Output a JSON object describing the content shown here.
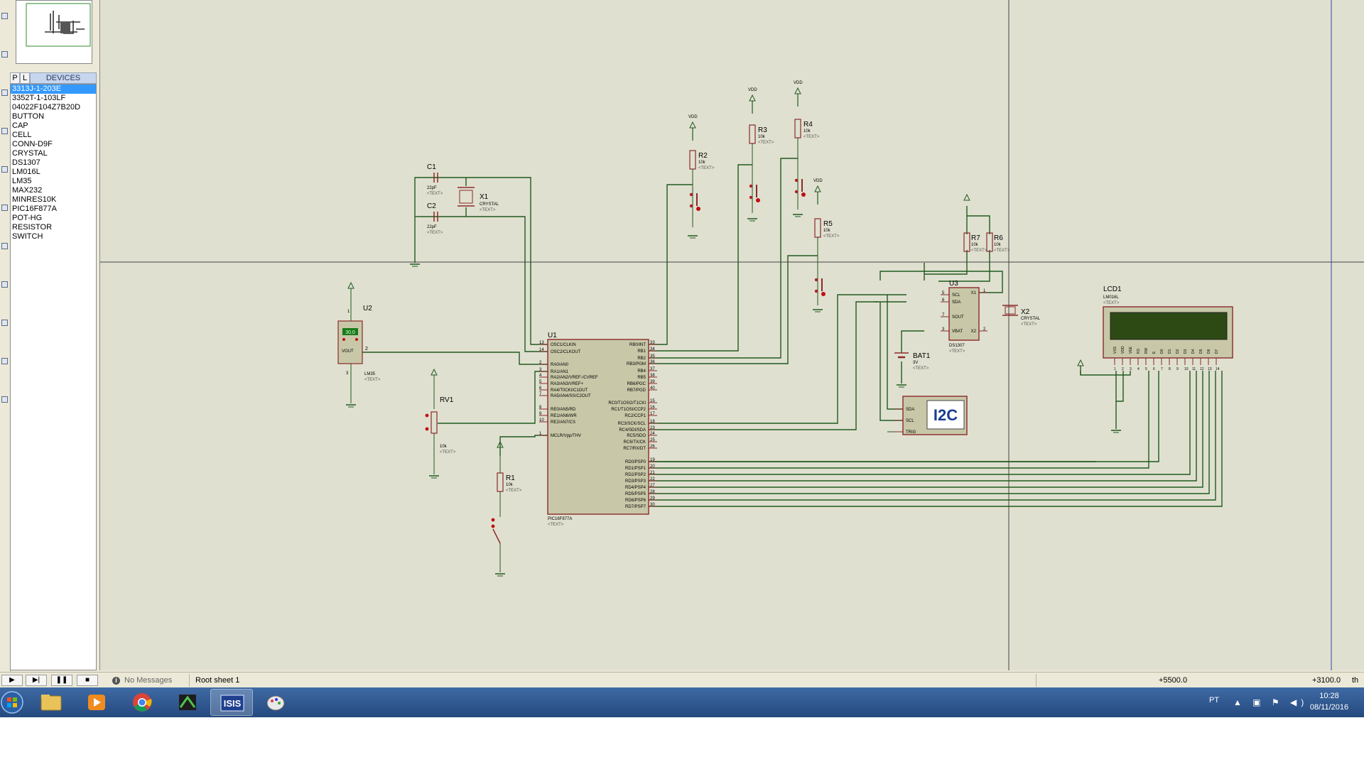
{
  "devices": {
    "tab_p": "P",
    "tab_l": "L",
    "header": "DEVICES",
    "items": [
      "3313J-1-203E",
      "3352T-1-103LF",
      "04022F104Z7B20D",
      "BUTTON",
      "CAP",
      "CELL",
      "CONN-D9F",
      "CRYSTAL",
      "DS1307",
      "LM016L",
      "LM35",
      "MAX232",
      "MINRES10K",
      "PIC16F877A",
      "POT-HG",
      "RESISTOR",
      "SWITCH"
    ],
    "selected_index": 0
  },
  "schematic": {
    "u1": {
      "ref": "U1",
      "part": "PIC16F877A",
      "text": "<TEXT>",
      "left_pins": [
        [
          "13",
          "OSC1/CLKIN"
        ],
        [
          "14",
          "OSC2/CLKOUT"
        ],
        [
          "2",
          "RA0/AN0"
        ],
        [
          "3",
          "RA1/AN1"
        ],
        [
          "4",
          "RA2/AN2/VREF-/CVREF"
        ],
        [
          "5",
          "RA3/AN3/VREF+"
        ],
        [
          "6",
          "RA4/T0CKI/C1OUT"
        ],
        [
          "7",
          "RA5/AN4/SS/C2OUT"
        ],
        [
          "8",
          "RE0/AN5/RD"
        ],
        [
          "9",
          "RE1/AN6/WR"
        ],
        [
          "10",
          "RE2/AN7/CS"
        ],
        [
          "1",
          "MCLR/Vpp/THV"
        ]
      ],
      "right_pins": [
        [
          "33",
          "RB0/INT"
        ],
        [
          "34",
          "RB1"
        ],
        [
          "35",
          "RB2"
        ],
        [
          "36",
          "RB3/PGM"
        ],
        [
          "37",
          "RB4"
        ],
        [
          "38",
          "RB5"
        ],
        [
          "39",
          "RB6/PGC"
        ],
        [
          "40",
          "RB7/PGD"
        ],
        [
          "15",
          "RC0/T1OSO/T1CKI"
        ],
        [
          "16",
          "RC1/T1OSI/CCP2"
        ],
        [
          "17",
          "RC2/CCP1"
        ],
        [
          "18",
          "RC3/SCK/SCL"
        ],
        [
          "23",
          "RC4/SDI/SDA"
        ],
        [
          "24",
          "RC5/SDO"
        ],
        [
          "25",
          "RC6/TX/CK"
        ],
        [
          "26",
          "RC7/RX/DT"
        ],
        [
          "19",
          "RD0/PSP0"
        ],
        [
          "20",
          "RD1/PSP1"
        ],
        [
          "21",
          "RD2/PSP2"
        ],
        [
          "22",
          "RD3/PSP3"
        ],
        [
          "27",
          "RD4/PSP4"
        ],
        [
          "28",
          "RD5/PSP5"
        ],
        [
          "29",
          "RD6/PSP6"
        ],
        [
          "30",
          "RD7/PSP7"
        ]
      ]
    },
    "u2": {
      "ref": "U2",
      "part": "LM35",
      "text": "<TEXT>",
      "display": "30.0",
      "pin_vout": "VOUT",
      "pins": [
        "1",
        "2",
        "3"
      ]
    },
    "u3": {
      "ref": "U3",
      "part": "DS1307",
      "text": "<TEXT>",
      "pins": [
        [
          "5",
          "SCL"
        ],
        [
          "6",
          "SDA"
        ],
        [
          "7",
          "SOUT"
        ],
        [
          "3",
          "VBAT"
        ],
        [
          "1",
          "X1"
        ],
        [
          "2",
          "X2"
        ]
      ]
    },
    "lcd": {
      "ref": "LCD1",
      "part": "LM016L",
      "text": "<TEXT>",
      "pins": [
        "VSS",
        "VDD",
        "VEE",
        "RS",
        "RW",
        "E",
        "D0",
        "D1",
        "D2",
        "D3",
        "D4",
        "D5",
        "D6",
        "D7"
      ],
      "pin_numbers": [
        "1",
        "2",
        "3",
        "4",
        "5",
        "6",
        "7",
        "8",
        "9",
        "10",
        "11",
        "12",
        "13",
        "14"
      ]
    },
    "i2c": {
      "label": "I2C",
      "pins": [
        "SDA",
        "SCL",
        "TRIG"
      ]
    },
    "resistors": [
      {
        "ref": "R1",
        "value": "10k"
      },
      {
        "ref": "R2",
        "value": "10k"
      },
      {
        "ref": "R3",
        "value": "10k"
      },
      {
        "ref": "R4",
        "value": "10k"
      },
      {
        "ref": "R5",
        "value": "10k"
      },
      {
        "ref": "R6",
        "value": "10k"
      },
      {
        "ref": "R7",
        "value": "10k"
      }
    ],
    "caps": [
      {
        "ref": "C1",
        "value": "22pF"
      },
      {
        "ref": "C2",
        "value": "22pF"
      }
    ],
    "crystals": [
      {
        "ref": "X1",
        "part": "CRYSTAL"
      },
      {
        "ref": "X2",
        "part": "CRYSTAL"
      }
    ],
    "pot": {
      "ref": "RV1",
      "value": "10k"
    },
    "battery": {
      "ref": "BAT1",
      "value": "3V"
    },
    "vdd": "VDD",
    "text_tag": "<TEXT>"
  },
  "statusbar": {
    "messages": "No Messages",
    "sheet": "Root sheet 1",
    "coord_x": "+5500.0",
    "coord_y": "+3100.0",
    "unit": "th"
  },
  "taskbar": {
    "lang": "PT",
    "time": "10:28",
    "date": "08/11/2016"
  },
  "colors": {
    "wire": "#1f5a1f",
    "component": "#8a2a2a",
    "body": "#c8c8a8",
    "canvas": "#e0e0d0",
    "grid_line": "#4a4a4a"
  }
}
